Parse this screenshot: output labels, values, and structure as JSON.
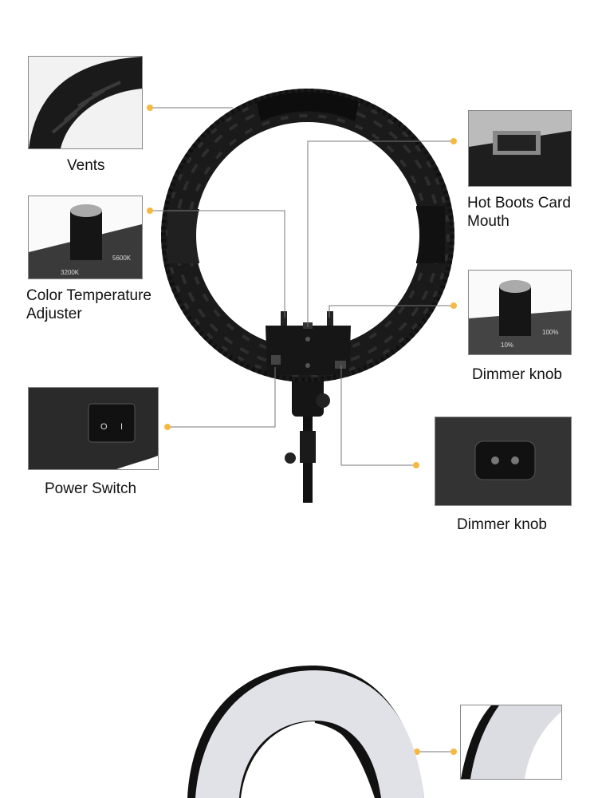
{
  "callouts": {
    "vents": "Vents",
    "hot_boots": "Hot Boots Card Mouth",
    "color_temp": "Color Temperature Adjuster",
    "dimmer_knob": "Dimmer knob",
    "power_switch": "Power Switch",
    "dimmer_knob_2": "Dimmer knob"
  },
  "insets": {
    "color_temp_low": "3200K",
    "color_temp_high": "5600K",
    "dimmer_low": "10%",
    "dimmer_high": "100%",
    "switch_off": "O",
    "switch_on": "I"
  },
  "colors": {
    "accent_dot": "#f5b942",
    "line": "#777777",
    "ring": "#1a1a1a"
  }
}
